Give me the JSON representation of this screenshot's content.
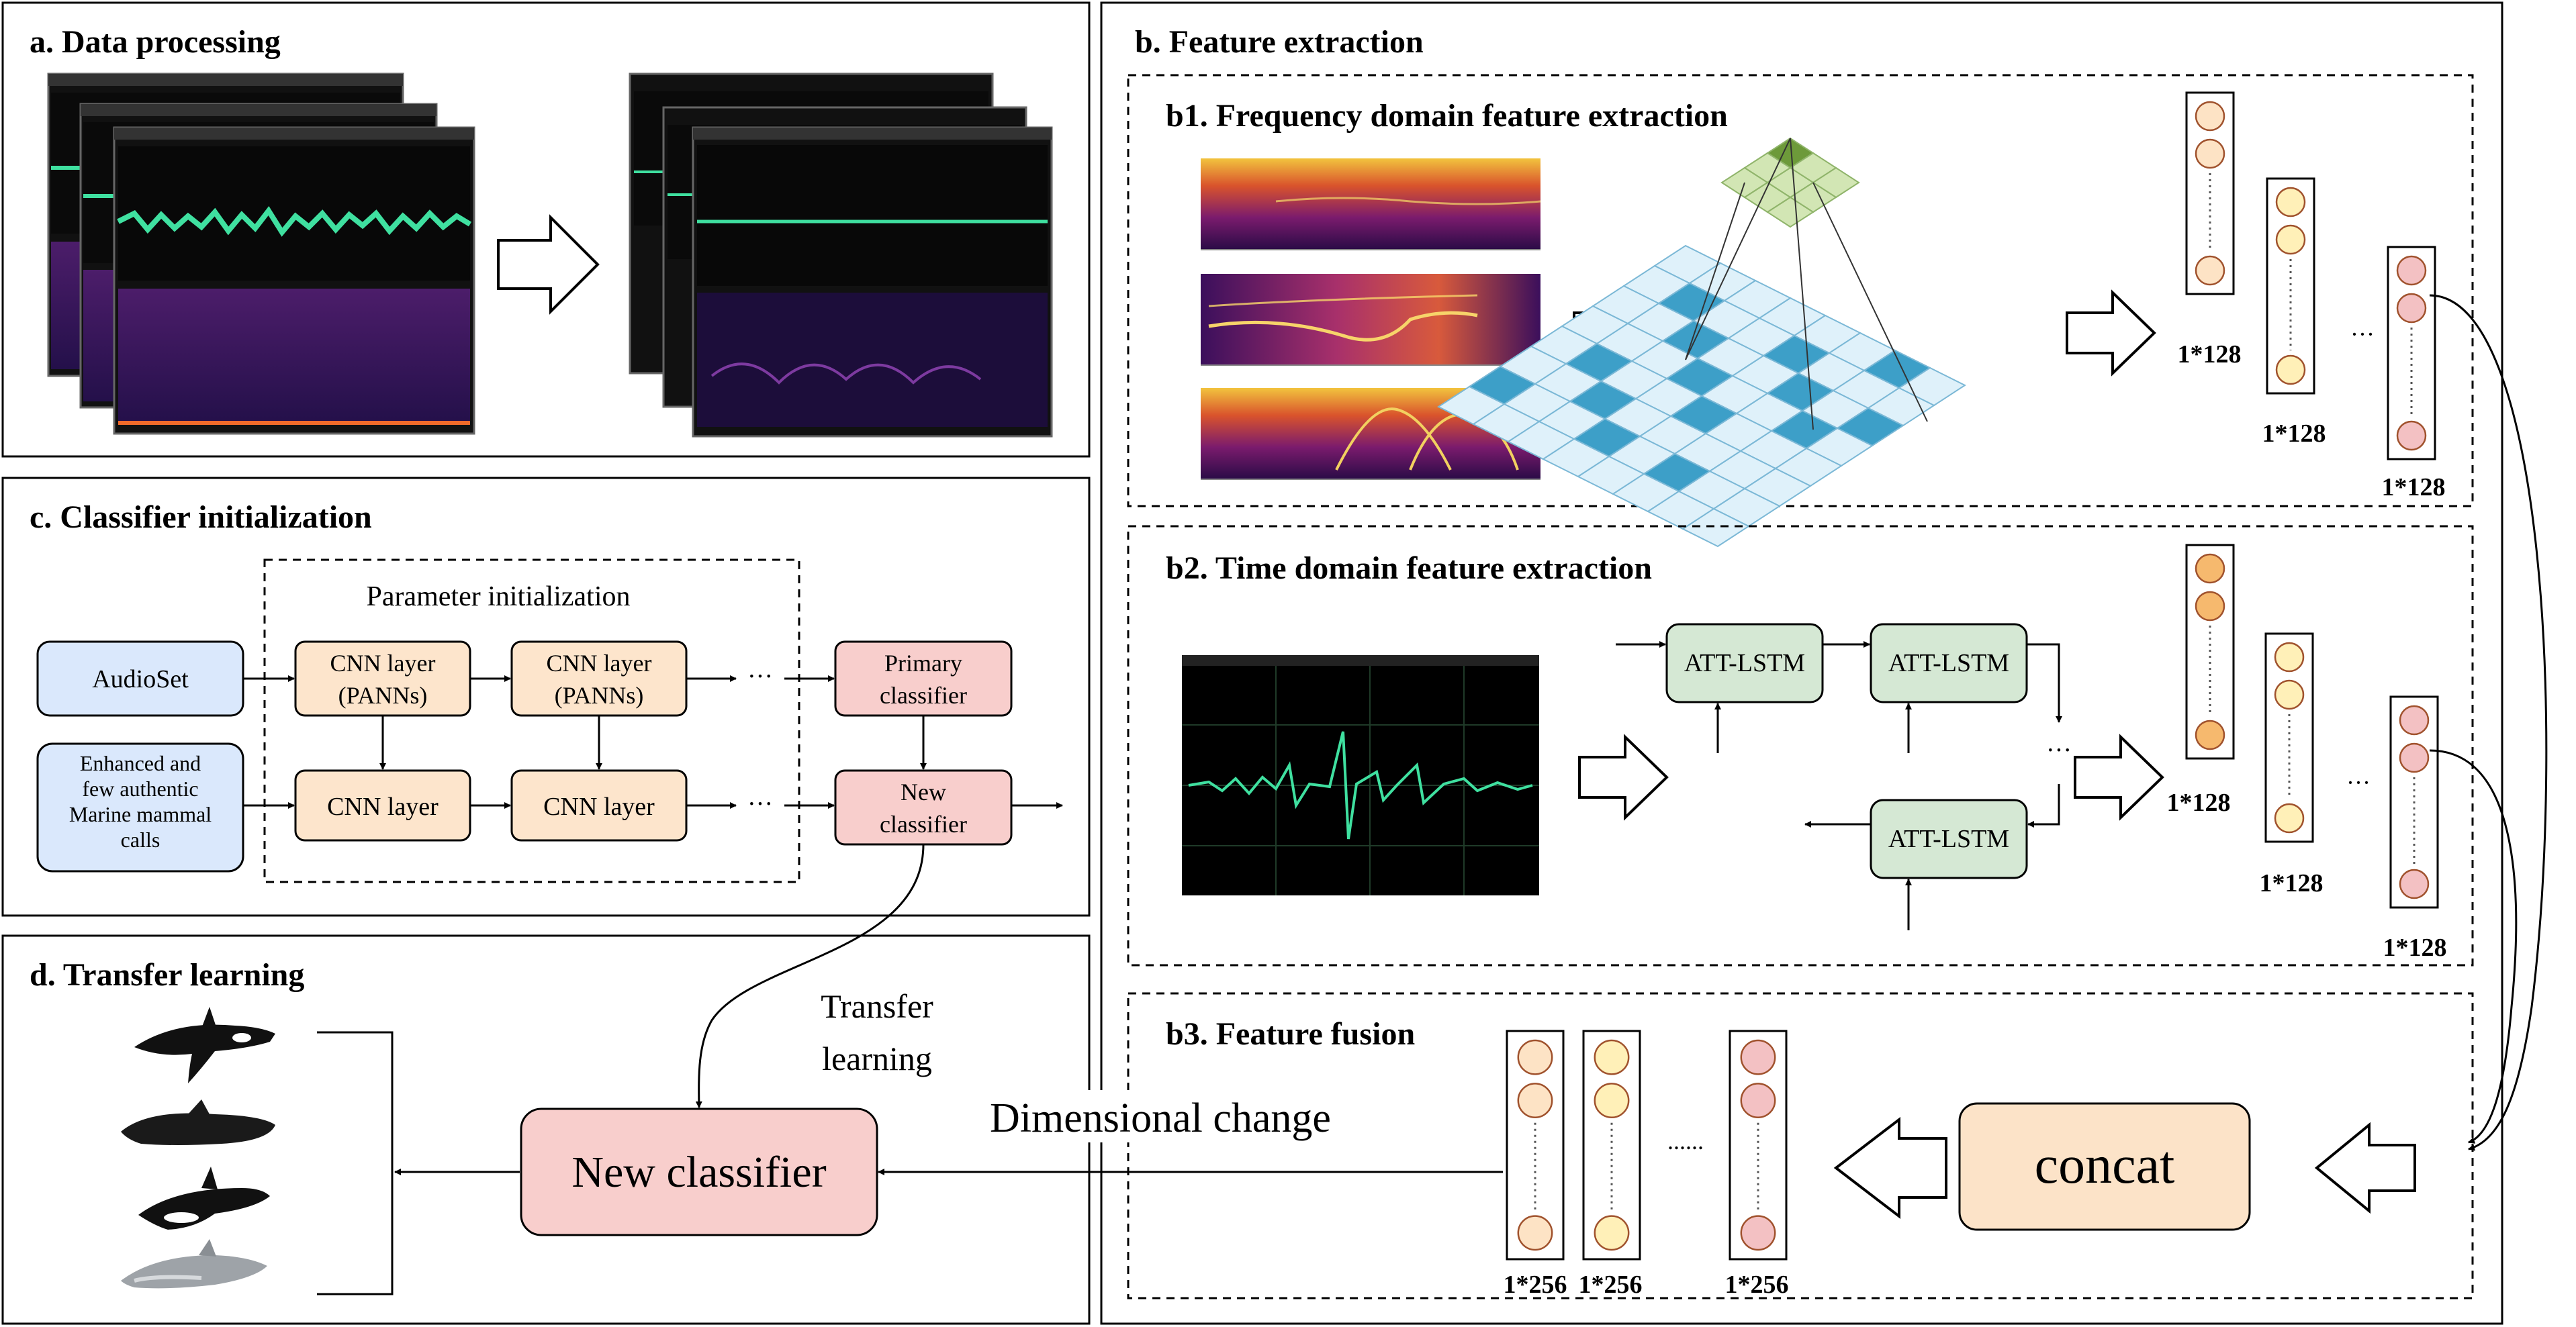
{
  "panels": {
    "a": {
      "title": "a. Data processing"
    },
    "b": {
      "title": "b. Feature extraction"
    },
    "b1": {
      "title": "b1. Frequency domain feature extraction"
    },
    "b2": {
      "title": "b2. Time domain feature extraction"
    },
    "b3": {
      "title": "b3. Feature fusion"
    },
    "c": {
      "title": "c. Classifier initialization"
    },
    "d": {
      "title": "d. Transfer learning"
    }
  },
  "classifier_init": {
    "group_label": "Parameter initialization",
    "audioset": "AudioSet",
    "enhanced_input": [
      "Enhanced and",
      "few authentic",
      "Marine mammal",
      "calls"
    ],
    "cnn_pann_line1": "CNN layer",
    "cnn_pann_line2": "(PANNs)",
    "cnn_layer": "CNN layer",
    "ellipsis": "···",
    "primary_classifier": [
      "Primary",
      "classifier"
    ],
    "new_classifier": [
      "New",
      "classifier"
    ]
  },
  "transfer": {
    "label": [
      "Transfer",
      "learning"
    ],
    "new_classifier": "New classifier",
    "dimensional_change": "Dimensional change"
  },
  "lstm": {
    "cell_label": "ATT-LSTM",
    "ellipsis": "···"
  },
  "fusion": {
    "concat": "concat",
    "dots": "......"
  },
  "vector_labels": {
    "v128": "1*128",
    "v256": "1*256"
  },
  "colors": {
    "blue_box": "#dae8fc",
    "orange_box": "#fde5cc",
    "red_box": "#f8cecc",
    "green_box": "#d5e8d4",
    "concat_box": "#fce3c8",
    "vector_peach": "#fde3c5",
    "vector_yellow": "#fff0b8",
    "vector_pink": "#f3c1c3",
    "vector_orange": "#f6b96e",
    "waveform_green": "#3fe0a0",
    "grid_cell": "#3d9fc8"
  }
}
